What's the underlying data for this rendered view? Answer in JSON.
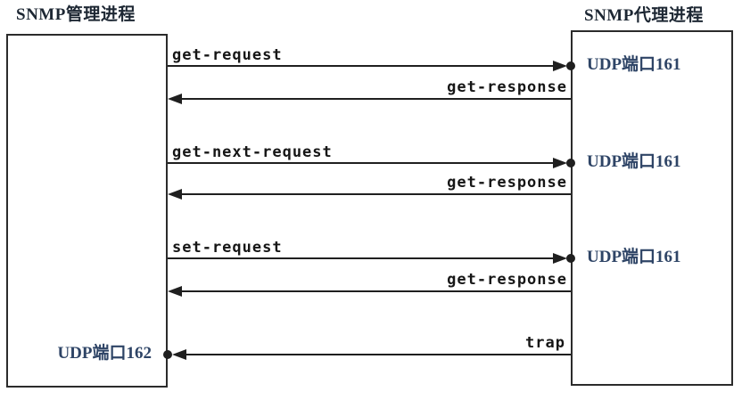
{
  "titles": {
    "left": "SNMP管理进程",
    "right": "SNMP代理进程"
  },
  "messages": [
    {
      "label": "get-request",
      "direction": "right",
      "from": "manager",
      "to": "agent"
    },
    {
      "label": "get-response",
      "direction": "left",
      "from": "agent",
      "to": "manager"
    },
    {
      "label": "get-next-request",
      "direction": "right",
      "from": "manager",
      "to": "agent"
    },
    {
      "label": "get-response",
      "direction": "left",
      "from": "agent",
      "to": "manager"
    },
    {
      "label": "set-request",
      "direction": "right",
      "from": "manager",
      "to": "agent"
    },
    {
      "label": "get-response",
      "direction": "left",
      "from": "agent",
      "to": "manager"
    },
    {
      "label": "trap",
      "direction": "left",
      "from": "agent",
      "to": "manager"
    }
  ],
  "ports": {
    "right": [
      "UDP端口161",
      "UDP端口161",
      "UDP端口161"
    ],
    "left": "UDP端口162"
  },
  "colors": {
    "line": "#1f1f1f",
    "label": "#161616",
    "title": "#1d2733",
    "port": "#2e4466",
    "background": "#ffffff"
  }
}
